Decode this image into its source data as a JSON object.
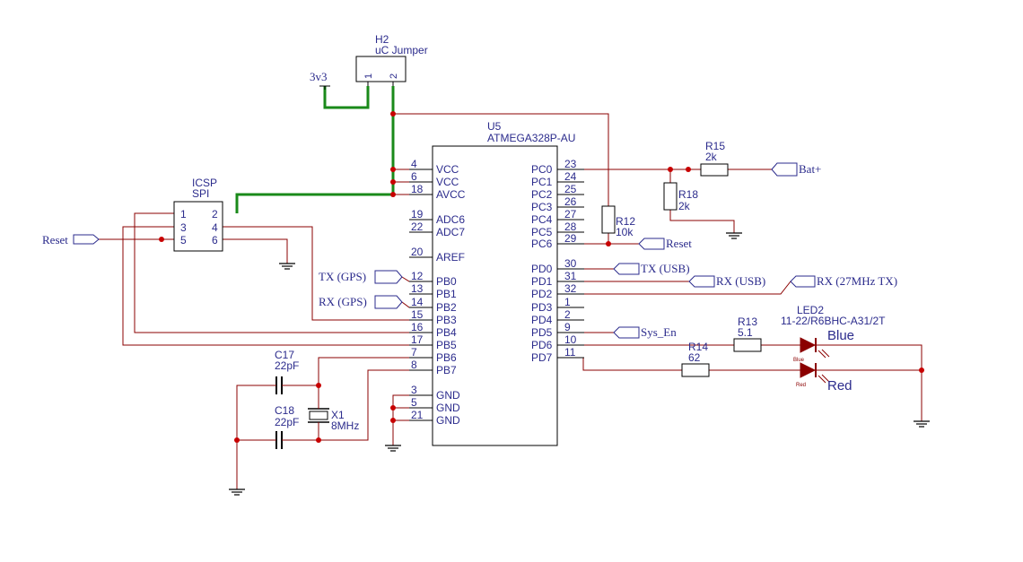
{
  "u5": {
    "ref": "U5",
    "value": "ATMEGA328P-AU",
    "left_pins": [
      {
        "num": "4",
        "name": "VCC"
      },
      {
        "num": "6",
        "name": "VCC"
      },
      {
        "num": "18",
        "name": "AVCC"
      },
      {
        "num": "19",
        "name": "ADC6"
      },
      {
        "num": "22",
        "name": "ADC7"
      },
      {
        "num": "20",
        "name": "AREF"
      },
      {
        "num": "12",
        "name": "PB0"
      },
      {
        "num": "13",
        "name": "PB1"
      },
      {
        "num": "14",
        "name": "PB2"
      },
      {
        "num": "15",
        "name": "PB3"
      },
      {
        "num": "16",
        "name": "PB4"
      },
      {
        "num": "17",
        "name": "PB5"
      },
      {
        "num": "7",
        "name": "PB6"
      },
      {
        "num": "8",
        "name": "PB7"
      },
      {
        "num": "3",
        "name": "GND"
      },
      {
        "num": "5",
        "name": "GND"
      },
      {
        "num": "21",
        "name": "GND"
      }
    ],
    "right_pins": [
      {
        "num": "23",
        "name": "PC0"
      },
      {
        "num": "24",
        "name": "PC1"
      },
      {
        "num": "25",
        "name": "PC2"
      },
      {
        "num": "26",
        "name": "PC3"
      },
      {
        "num": "27",
        "name": "PC4"
      },
      {
        "num": "28",
        "name": "PC5"
      },
      {
        "num": "29",
        "name": "PC6"
      },
      {
        "num": "30",
        "name": "PD0"
      },
      {
        "num": "31",
        "name": "PD1"
      },
      {
        "num": "32",
        "name": "PD2"
      },
      {
        "num": "1",
        "name": "PD3"
      },
      {
        "num": "2",
        "name": "PD4"
      },
      {
        "num": "9",
        "name": "PD5"
      },
      {
        "num": "10",
        "name": "PD6"
      },
      {
        "num": "11",
        "name": "PD7"
      }
    ]
  },
  "h2": {
    "ref": "H2",
    "value": "uC Jumper",
    "pin1": "1",
    "pin2": "2"
  },
  "power_3v3": "3v3",
  "icsp": {
    "ref": "ICSP",
    "value": "SPI",
    "pins": [
      "1",
      "2",
      "3",
      "4",
      "5",
      "6"
    ]
  },
  "r12": {
    "ref": "R12",
    "value": "10k"
  },
  "r15": {
    "ref": "R15",
    "value": "2k"
  },
  "r18": {
    "ref": "R18",
    "value": "2k"
  },
  "r13": {
    "ref": "R13",
    "value": "5.1"
  },
  "r14": {
    "ref": "R14",
    "value": "62"
  },
  "c17": {
    "ref": "C17",
    "value": "22pF"
  },
  "c18": {
    "ref": "C18",
    "value": "22pF"
  },
  "x1": {
    "ref": "X1",
    "value": "8MHz"
  },
  "led2": {
    "ref": "LED2",
    "value": "11-22/R6BHC-A31/2T",
    "blue_tiny": "Blue",
    "red_tiny": "Red",
    "blue_label": "Blue",
    "red_label": "Red"
  },
  "nets": {
    "reset_left": "Reset",
    "tx_gps": "TX (GPS)",
    "rx_gps": "RX (GPS)",
    "bat": "Bat+",
    "reset_right": "Reset",
    "tx_usb": "TX (USB)",
    "rx_usb": "RX (USB)",
    "rx_27": "RX (27MHz TX)",
    "sys_en": "Sys_En"
  }
}
